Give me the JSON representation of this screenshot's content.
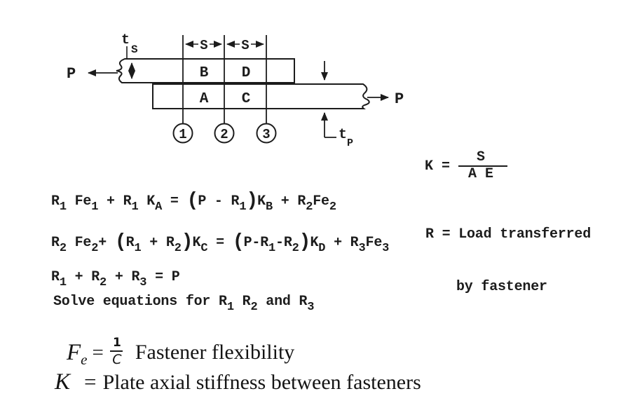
{
  "page": {
    "background": "#ffffff",
    "ink": "#1c1c1c"
  },
  "diagram": {
    "load_left": "P",
    "load_right": "P",
    "thickness_strap": {
      "main": "t",
      "sub": "S"
    },
    "thickness_plate": {
      "main": "t",
      "sub": "P"
    },
    "spacing_labels": [
      "S",
      "S"
    ],
    "regions": {
      "a": "A",
      "b": "B",
      "c": "C",
      "d": "D"
    },
    "fasteners": [
      "1",
      "2",
      "3"
    ]
  },
  "equations": {
    "eq1": {
      "tokens": [
        [
          "m",
          "R"
        ],
        [
          "s",
          "1"
        ],
        [
          "m",
          " Fe"
        ],
        [
          "s",
          "1"
        ],
        [
          "m",
          " + R"
        ],
        [
          "s",
          "1"
        ],
        [
          "m",
          " K"
        ],
        [
          "s",
          "A"
        ],
        [
          "m",
          " = "
        ],
        [
          "p",
          "("
        ],
        [
          "m",
          "P - R"
        ],
        [
          "s",
          "1"
        ],
        [
          "p",
          ")"
        ],
        [
          "m",
          "K"
        ],
        [
          "s",
          "B"
        ],
        [
          "m",
          " + R"
        ],
        [
          "s",
          "2"
        ],
        [
          "m",
          "Fe"
        ],
        [
          "s",
          "2"
        ]
      ]
    },
    "eq2": {
      "tokens": [
        [
          "m",
          "R"
        ],
        [
          "s",
          "2"
        ],
        [
          "m",
          " Fe"
        ],
        [
          "s",
          "2"
        ],
        [
          "m",
          "+ "
        ],
        [
          "p",
          "("
        ],
        [
          "m",
          "R"
        ],
        [
          "s",
          "1"
        ],
        [
          "m",
          " + R"
        ],
        [
          "s",
          "2"
        ],
        [
          "p",
          ")"
        ],
        [
          "m",
          "K"
        ],
        [
          "s",
          "C"
        ],
        [
          "m",
          " = "
        ],
        [
          "p",
          "("
        ],
        [
          "m",
          "P-R"
        ],
        [
          "s",
          "1"
        ],
        [
          "m",
          "-R"
        ],
        [
          "s",
          "2"
        ],
        [
          "p",
          ")"
        ],
        [
          "m",
          "K"
        ],
        [
          "s",
          "D"
        ],
        [
          "m",
          " + R"
        ],
        [
          "s",
          "3"
        ],
        [
          "m",
          "Fe"
        ],
        [
          "s",
          "3"
        ]
      ]
    },
    "eq3": {
      "tokens": [
        [
          "m",
          "R"
        ],
        [
          "s",
          "1"
        ],
        [
          "m",
          " + R"
        ],
        [
          "s",
          "2"
        ],
        [
          "m",
          " + R"
        ],
        [
          "s",
          "3"
        ],
        [
          "m",
          " = P"
        ]
      ]
    },
    "solve": {
      "tokens": [
        [
          "m",
          "Solve equations for R"
        ],
        [
          "s",
          "1"
        ],
        [
          "m",
          " R"
        ],
        [
          "s",
          "2"
        ],
        [
          "m",
          " and R"
        ],
        [
          "s",
          "3"
        ]
      ]
    }
  },
  "stiffness_formula": {
    "lhs": "K =",
    "numerator": "S",
    "denominator": "A E"
  },
  "load_definition": {
    "line1": "R = Load transferred",
    "line2": "by fastener"
  },
  "flexibility_definition": {
    "symbol": "F",
    "symbol_sub": "e",
    "equals": "=",
    "numerator": "1",
    "denominator": "C",
    "description": "Fastener flexibility"
  },
  "stiffness_definition": {
    "symbol": "K",
    "equals": "=",
    "description": "Plate axial stiffness between fasteners"
  }
}
